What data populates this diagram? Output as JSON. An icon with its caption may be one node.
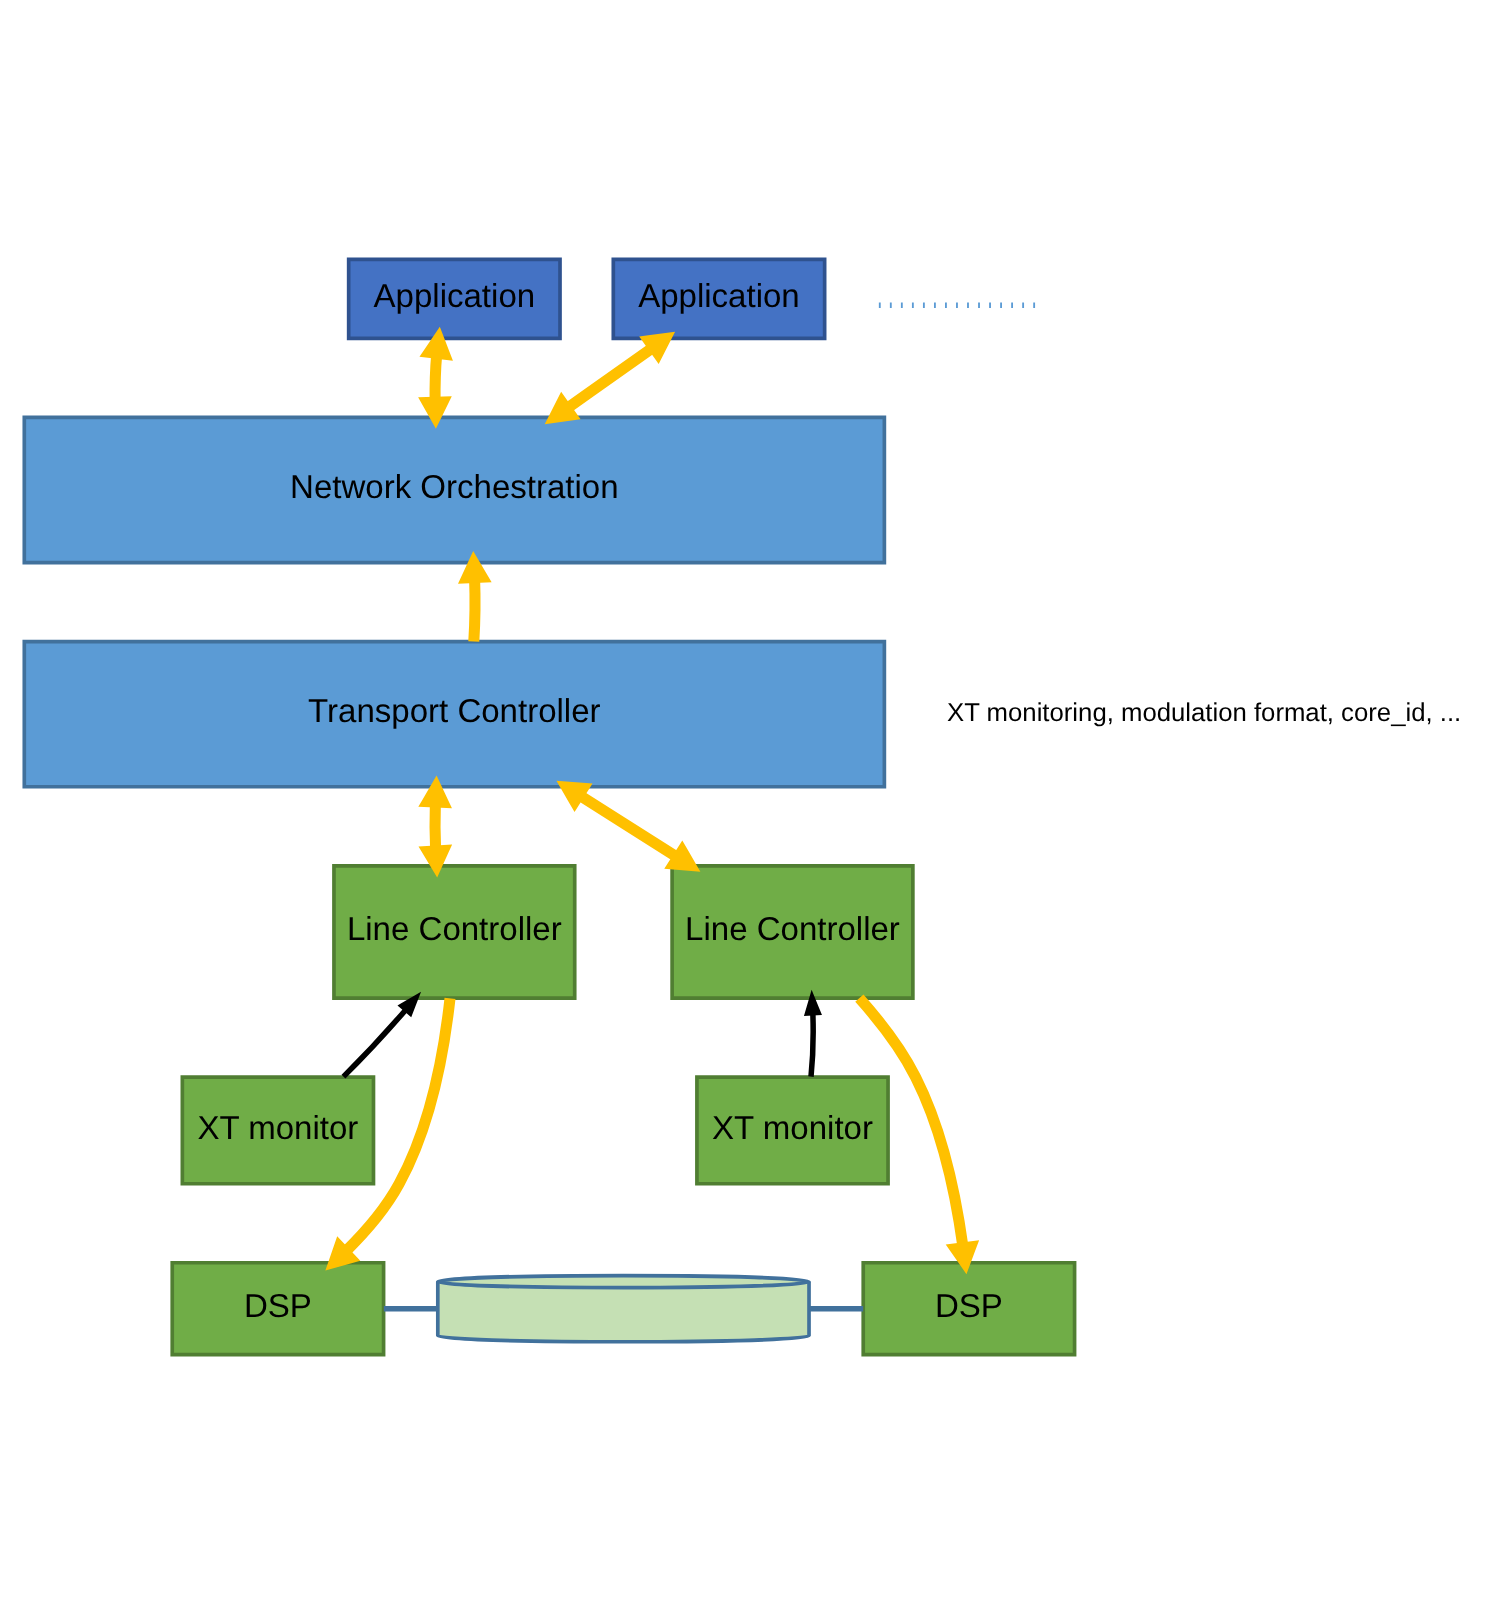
{
  "diagram": {
    "nodes": [
      {
        "text": [
          "Application"
        ]
      },
      {
        "text": [
          "Application"
        ]
      },
      {
        "text": [],
        "shape": "line"
      },
      {
        "text": [
          "Network Orchestration"
        ]
      },
      {
        "text": [
          "Transport Controller"
        ]
      },
      {
        "text": [
          "Line Controller"
        ]
      },
      {
        "text": [
          "Line Controller"
        ]
      },
      {
        "text": [
          "XT monitor"
        ]
      },
      {
        "text": [
          "XT monitor"
        ]
      },
      {
        "text": [
          "DSP"
        ]
      },
      {
        "text": [],
        "shape": "cylinder"
      },
      {
        "text": [
          "DSP"
        ]
      }
    ],
    "edges": [
      {
        "from": 0,
        "to": 3,
        "arrow": "both"
      },
      {
        "from": 1,
        "to": 3,
        "arrow": "both"
      },
      {
        "from": 4,
        "to": 3,
        "arrow": "to"
      },
      {
        "from": 4,
        "to": 5,
        "arrow": "both"
      },
      {
        "from": 4,
        "to": 6,
        "arrow": "both"
      },
      {
        "from": 5,
        "to": 9,
        "arrow": "to"
      },
      {
        "from": 6,
        "to": 11,
        "arrow": "to"
      },
      {
        "from": 7,
        "to": 5,
        "arrow": "to",
        "color": "#000000"
      },
      {
        "from": 8,
        "to": 6,
        "arrow": "to",
        "color": "#000000"
      },
      {
        "from": 9,
        "to": 10,
        "arrow": "none",
        "color": "#41719c"
      },
      {
        "from": 10,
        "to": 11,
        "arrow": "none",
        "color": "#41719c"
      }
    ],
    "labels": [
      "XT monitoring, modulation format, core_id, ..."
    ]
  }
}
